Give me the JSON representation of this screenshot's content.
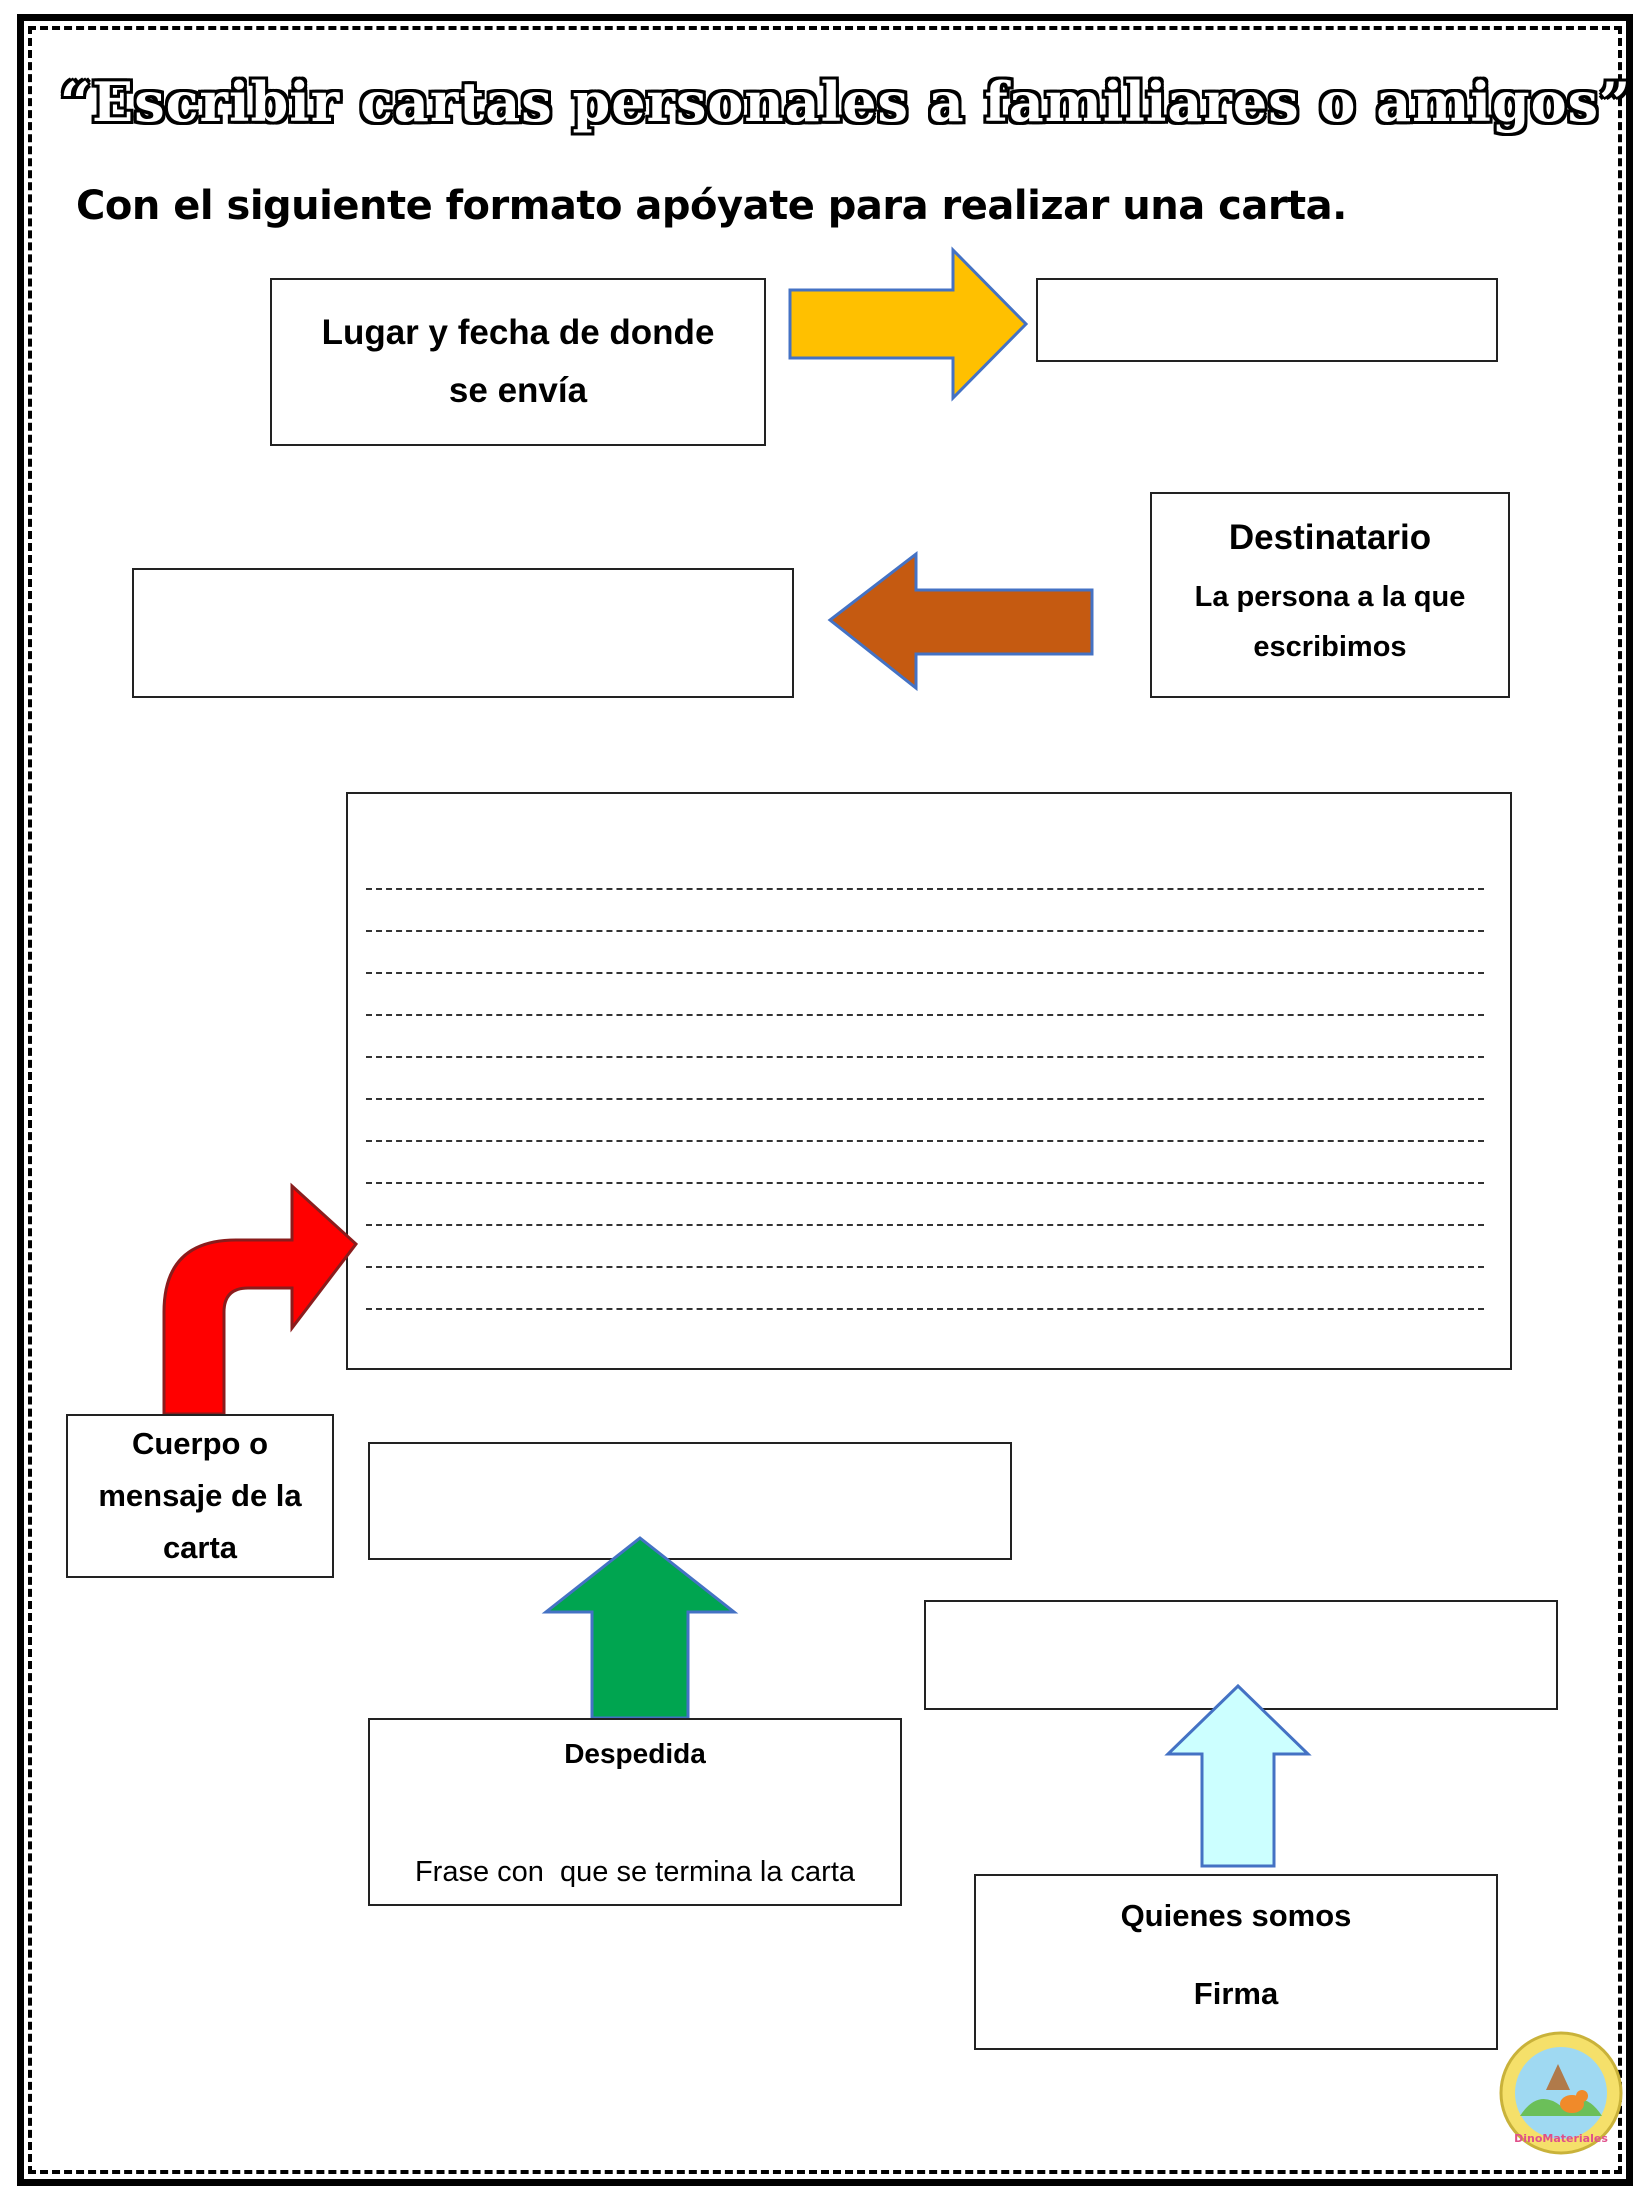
{
  "title": "“Escribir cartas personales a familiares o amigos”",
  "subtitle": "Con el siguiente formato apóyate para realizar una carta.",
  "labels": {
    "lugar": "Lugar y fecha de donde se envía",
    "destinatario_title": "Destinatario",
    "destinatario_desc": "La persona a la que escribimos",
    "cuerpo": "Cuerpo o mensaje de la carta",
    "despedida_title": "Despedida",
    "despedida_desc": "Frase con  que se termina la carta",
    "quienes": "Quienes somos",
    "firma": "Firma"
  },
  "body_line_count": 11,
  "logo_text": "DinoMateriales",
  "colors": {
    "arrow_lugar": "#ffc000",
    "arrow_destinatario": "#c55a11",
    "arrow_cuerpo": "#ff0000",
    "arrow_despedida": "#00a550",
    "arrow_firma": "#ccffff"
  }
}
